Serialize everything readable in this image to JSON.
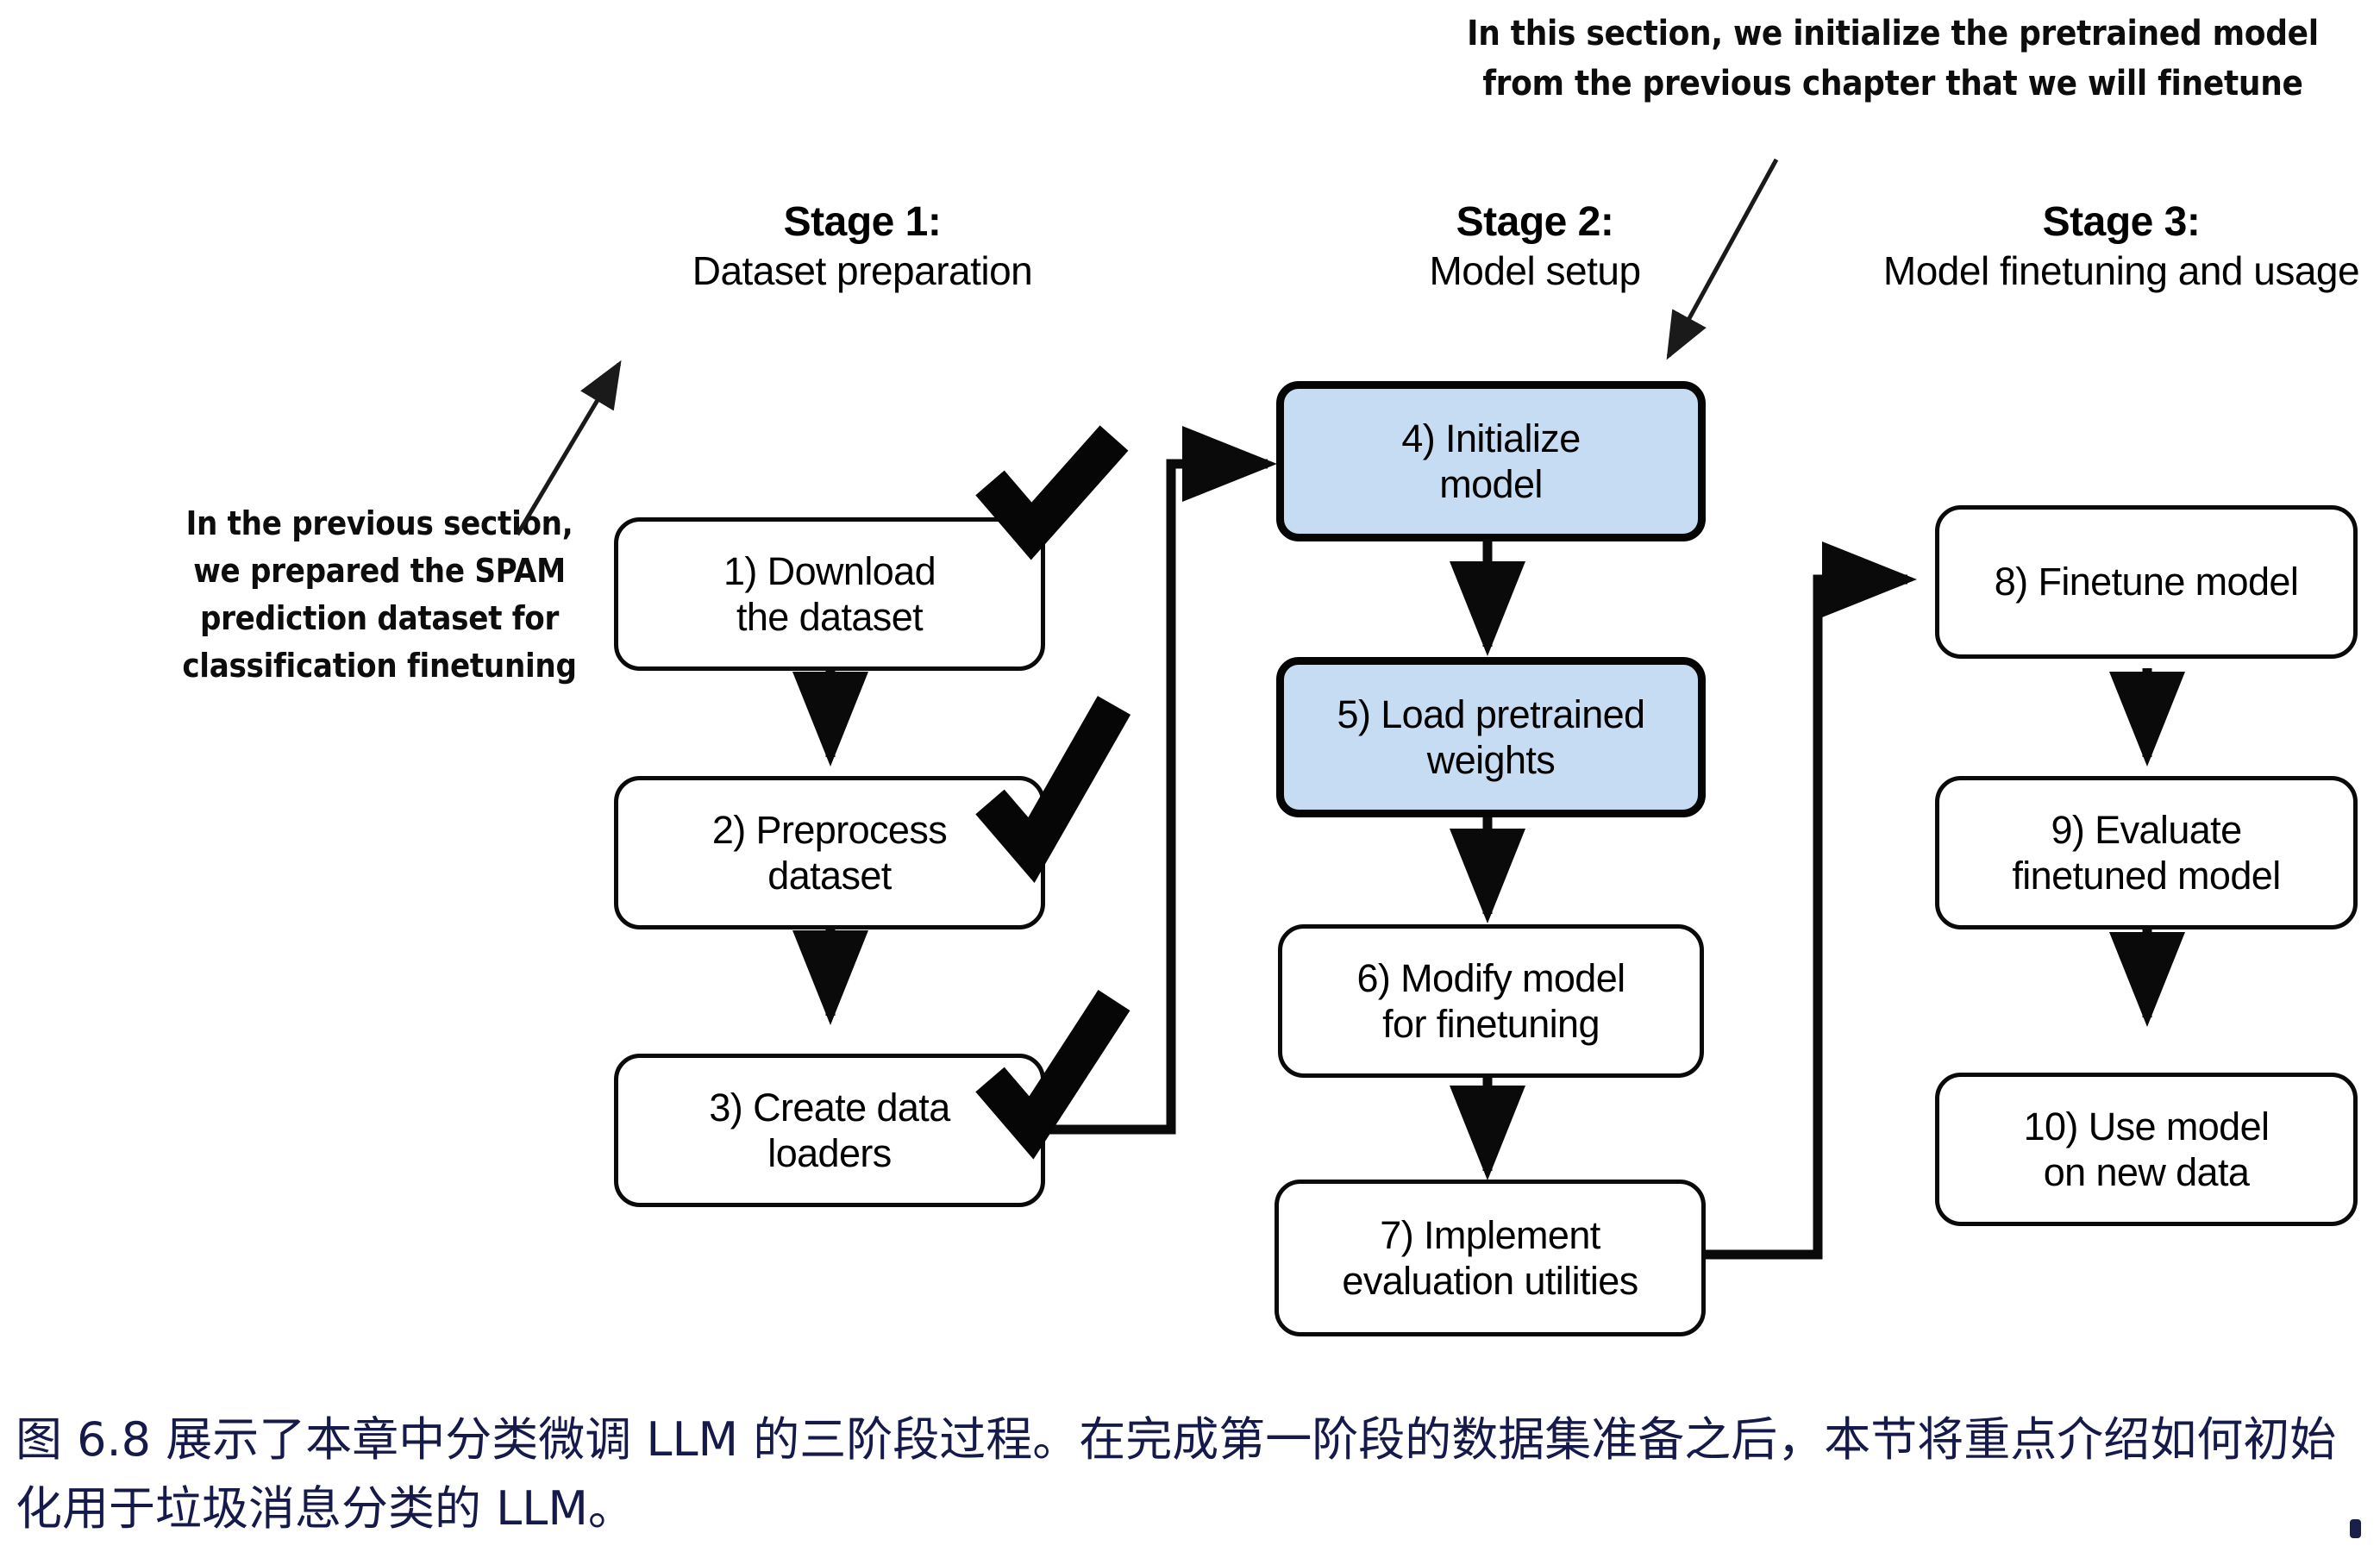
{
  "annotations": {
    "top": "In this section, we initialize the pretrained model\nfrom the previous chapter that we will finetune",
    "left": "In the previous section,\nwe prepared the SPAM\nprediction dataset for\nclassification finetuning"
  },
  "stages": [
    {
      "title": "Stage 1:",
      "subtitle": "Dataset preparation"
    },
    {
      "title": "Stage 2:",
      "subtitle": "Model setup"
    },
    {
      "title": "Stage 3:",
      "subtitle": "Model finetuning\nand usage"
    }
  ],
  "nodes": [
    {
      "id": 1,
      "label": "1) Download\nthe dataset",
      "stage": 1,
      "highlighted": false,
      "checked": true
    },
    {
      "id": 2,
      "label": "2) Preprocess\ndataset",
      "stage": 1,
      "highlighted": false,
      "checked": true
    },
    {
      "id": 3,
      "label": "3) Create data\nloaders",
      "stage": 1,
      "highlighted": false,
      "checked": true
    },
    {
      "id": 4,
      "label": "4) Initialize\nmodel",
      "stage": 2,
      "highlighted": true,
      "checked": false
    },
    {
      "id": 5,
      "label": "5) Load pretrained\nweights",
      "stage": 2,
      "highlighted": true,
      "checked": false
    },
    {
      "id": 6,
      "label": "6) Modify model\nfor finetuning",
      "stage": 2,
      "highlighted": false,
      "checked": false
    },
    {
      "id": 7,
      "label": "7) Implement\nevaluation utilities",
      "stage": 2,
      "highlighted": false,
      "checked": false
    },
    {
      "id": 8,
      "label": "8) Finetune model",
      "stage": 3,
      "highlighted": false,
      "checked": false
    },
    {
      "id": 9,
      "label": "9) Evaluate\nfinetuned model",
      "stage": 3,
      "highlighted": false,
      "checked": false
    },
    {
      "id": 10,
      "label": "10) Use model\non new data",
      "stage": 3,
      "highlighted": false,
      "checked": false
    }
  ],
  "caption": "图 6.8 展示了本章中分类微调 LLM 的三阶段过程。在完成第一阶段的数据集准备之后，本节将重点介绍如何初始化用于垃圾消息分类的 LLM。",
  "colors": {
    "highlight_fill": "#c6dcf2",
    "stroke": "#0a0a0a",
    "caption_text": "#161a4a",
    "background": "#ffffff"
  }
}
